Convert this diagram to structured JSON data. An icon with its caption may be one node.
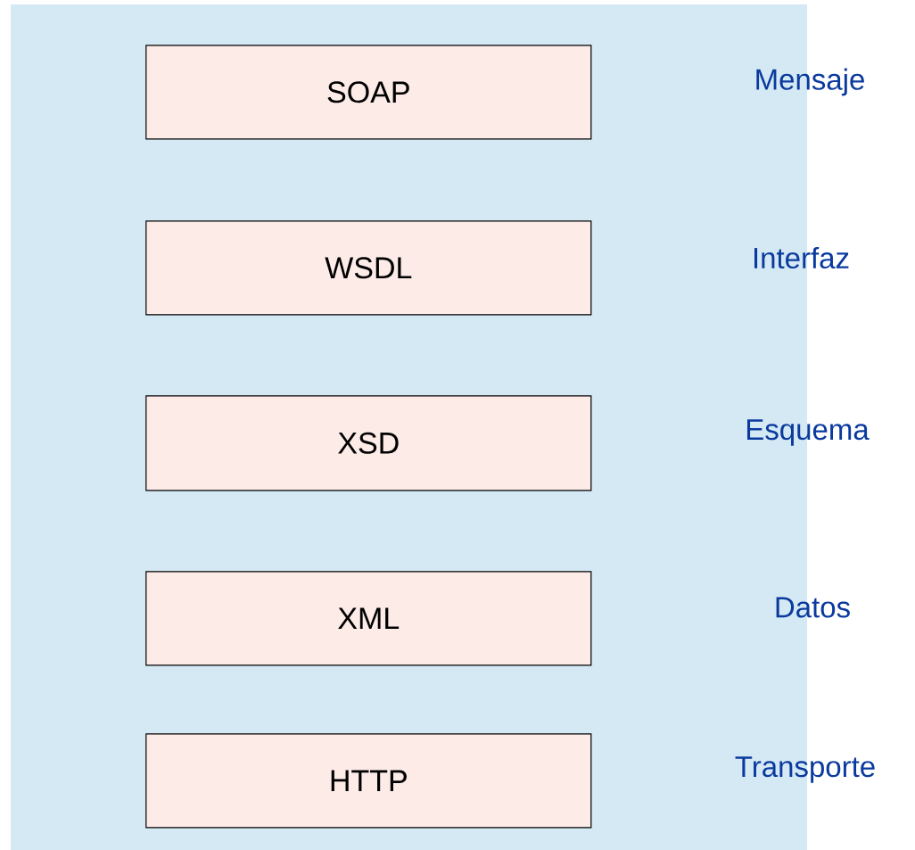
{
  "diagram": {
    "nodes": [
      {
        "text": [],
        "shape": "box"
      },
      {
        "text": [
          "SOAP"
        ],
        "in": 0
      },
      {
        "text": [
          "WSDL"
        ],
        "in": 0
      },
      {
        "text": [
          "XSD"
        ],
        "in": 0
      },
      {
        "text": [
          "XML"
        ],
        "in": 0
      },
      {
        "text": [
          "HTTP"
        ],
        "in": 0
      }
    ],
    "labels": [
      "Mensaje",
      "Interfaz",
      "Esquema",
      "Datos",
      "Transporte"
    ]
  }
}
